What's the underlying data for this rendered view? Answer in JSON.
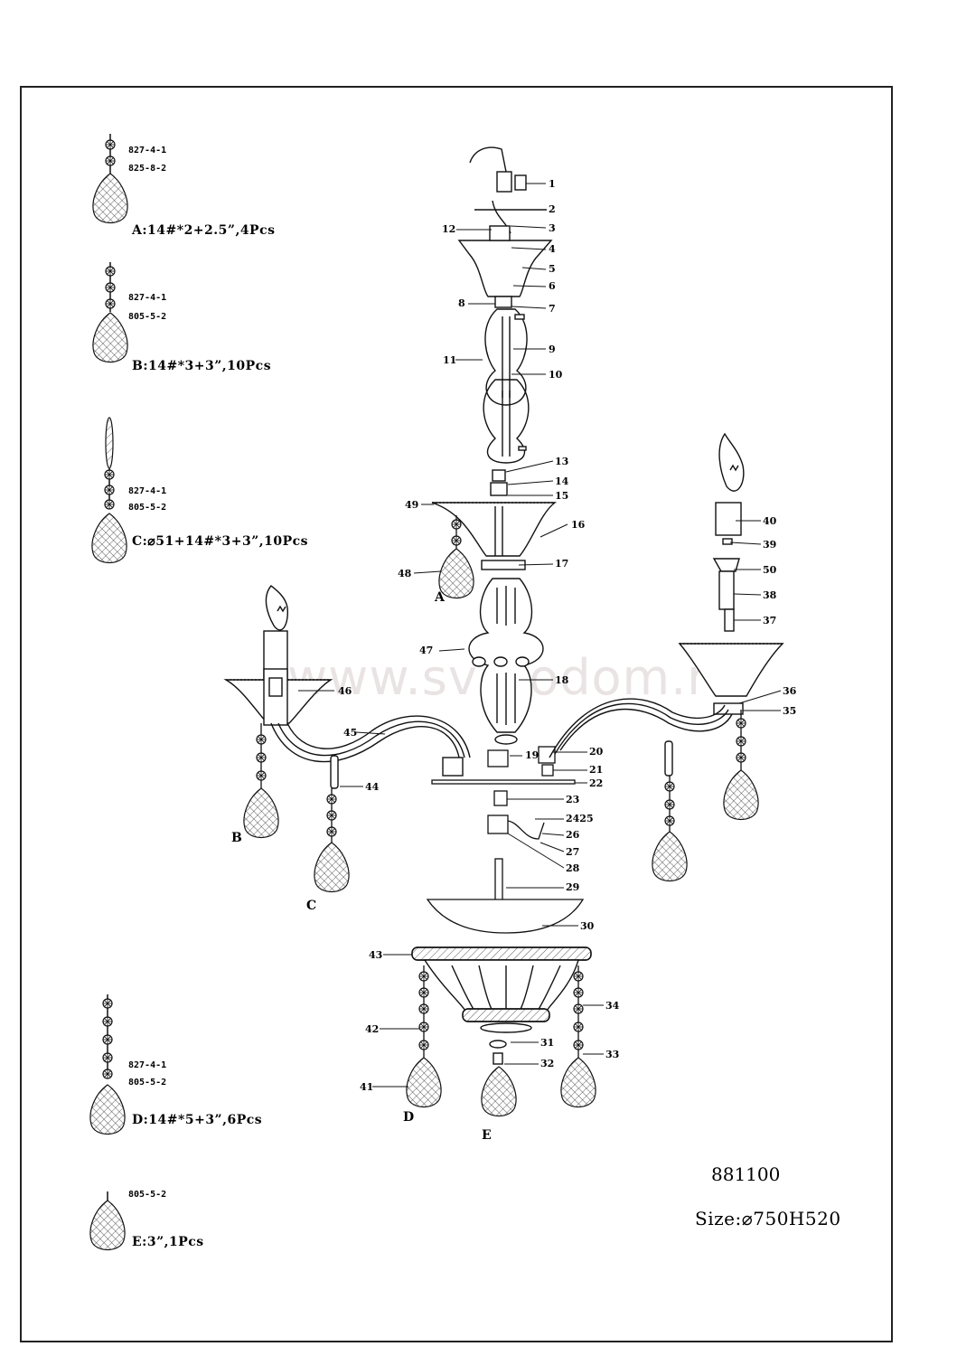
{
  "watermark": "www.svetodom.ru",
  "legend": {
    "a": {
      "code1": "827-4-1",
      "code2": "825-8-2",
      "spec": "A:14#*2+2.5”,4Pcs"
    },
    "b": {
      "code1": "827-4-1",
      "code2": "805-5-2",
      "spec": "B:14#*3+3”,10Pcs"
    },
    "c": {
      "code1": "827-4-1",
      "code2": "805-5-2",
      "spec": "C:⌀51+14#*3+3”,10Pcs"
    },
    "d": {
      "code1": "827-4-1",
      "code2": "805-5-2",
      "spec": "D:14#*5+3”,6Pcs"
    },
    "e": {
      "code1": "805-5-2",
      "spec": "E:3”,1Pcs"
    }
  },
  "parts": [
    "1",
    "2",
    "3",
    "4",
    "5",
    "6",
    "7",
    "8",
    "9",
    "10",
    "11",
    "12",
    "13",
    "14",
    "15",
    "16",
    "17",
    "18",
    "19",
    "20",
    "21",
    "22",
    "23",
    "2425",
    "26",
    "27",
    "28",
    "29",
    "30",
    "31",
    "32",
    "33",
    "34",
    "35",
    "36",
    "37",
    "38",
    "39",
    "40",
    "41",
    "42",
    "43",
    "44",
    "45",
    "46",
    "47",
    "48",
    "49",
    "50"
  ],
  "letters": {
    "a": "A",
    "b": "B",
    "c": "C",
    "d": "D",
    "e": "E"
  },
  "model": "881100",
  "size": "Size:⌀750H520"
}
